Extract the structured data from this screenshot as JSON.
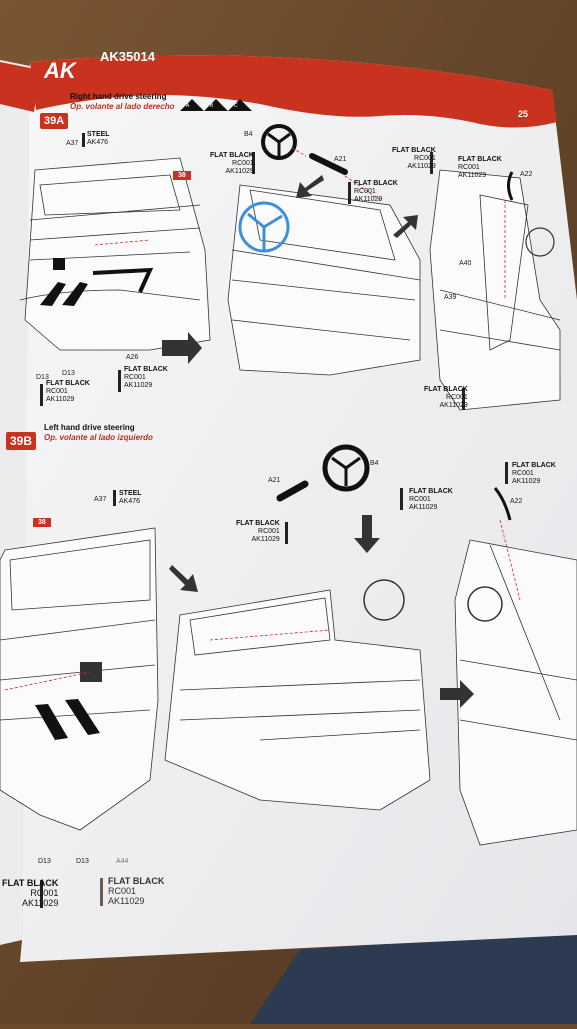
{
  "header": {
    "brand": "AK",
    "code": "AK35014",
    "page_number": "25"
  },
  "step_a": {
    "badge": "39A",
    "title": "Right hand drive steering",
    "subtitle": "Op. volante al lado derecho",
    "options": [
      "A",
      "B",
      "C"
    ],
    "ref_badge": "38",
    "parts": {
      "a37": "A37",
      "b4": "B4",
      "a21": "A21",
      "a22": "A22",
      "a40": "A40",
      "a39": "A39",
      "d13_1": "D13",
      "d13_2": "D13",
      "a26": "A26"
    },
    "paints": {
      "steel": {
        "name": "STEEL",
        "codes": [
          "AK476"
        ]
      },
      "fb_wheel": {
        "name": "FLAT BLACK",
        "codes": [
          "RC001",
          "AK11029"
        ]
      },
      "fb_column": {
        "name": "FLAT BLACK",
        "codes": [
          "RC001",
          "AK11029"
        ]
      },
      "fb_mid": {
        "name": "FLAT BLACK",
        "codes": [
          "RC001",
          "AK11029"
        ]
      },
      "fb_right": {
        "name": "FLAT BLACK",
        "codes": [
          "RC001",
          "AK11029"
        ]
      },
      "fb_pedals": {
        "name": "FLAT BLACK",
        "codes": [
          "RC001",
          "AK11029"
        ]
      },
      "fb_lever": {
        "name": "FLAT BLACK",
        "codes": [
          "RC001",
          "AK11029"
        ]
      },
      "fb_bottom": {
        "name": "FLAT BLACK",
        "codes": [
          "RC001",
          "AK11029"
        ]
      }
    }
  },
  "step_b": {
    "badge": "39B",
    "title": "Left hand drive steering",
    "subtitle": "Op. volante al lado izquierdo",
    "ref_badge": "38",
    "parts": {
      "a37": "A37",
      "a21": "A21",
      "b4": "B4",
      "a22": "A22",
      "d13_1": "D13",
      "d13_2": "D13",
      "a44": "A44"
    },
    "paints": {
      "steel": {
        "name": "STEEL",
        "codes": [
          "AK476"
        ]
      },
      "fb_column": {
        "name": "FLAT BLACK",
        "codes": [
          "RC001",
          "AK11029"
        ]
      },
      "fb_wheel": {
        "name": "FLAT BLACK",
        "codes": [
          "RC001",
          "AK11029"
        ]
      },
      "fb_lever": {
        "name": "FLAT BLACK",
        "codes": [
          "RC001",
          "AK11029"
        ]
      },
      "fb_pedals": {
        "name": "FLAT BLACK",
        "codes": [
          "RC001",
          "AK11029"
        ]
      },
      "fb_a44": {
        "name": "FLAT BLACK",
        "codes": [
          "RC001",
          "AK11029"
        ]
      }
    }
  },
  "colors": {
    "accent": "#c8321e",
    "paper": "#f4f4f6",
    "table": "#6b4a2b",
    "highlight": "#3f8fd8",
    "denim": "#2c3a52"
  }
}
